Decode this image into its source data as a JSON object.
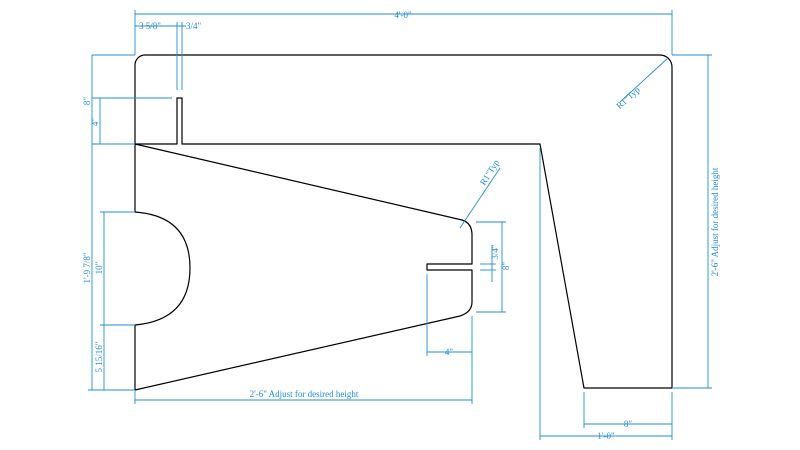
{
  "colors": {
    "outline": "#000000",
    "dimension": "#1f8dd6",
    "background": "#ffffff"
  },
  "labels": {
    "total_width": "4'-0\"",
    "slot_offset": "3 5/8\"",
    "slot_width": "3/4\"",
    "top_depth": "8\"",
    "slot_depth": "4\"",
    "left_height": "1'-9 7/8\"",
    "arc_height": "10\"",
    "bottom_offset": "5 15/16\"",
    "corner_radius_outer": "R1\"Typ",
    "corner_radius_inner": "R1\"Typ",
    "right_height": "2'-6\" Adjust for desired height",
    "bottom_width": "2'-6\" Adjust for desired height",
    "tip_slot_width": "3/4\"",
    "tip_height": "8\"",
    "tip_slot_depth": "4\"",
    "foot_width": "8\"",
    "base_width": "1'-0\""
  }
}
